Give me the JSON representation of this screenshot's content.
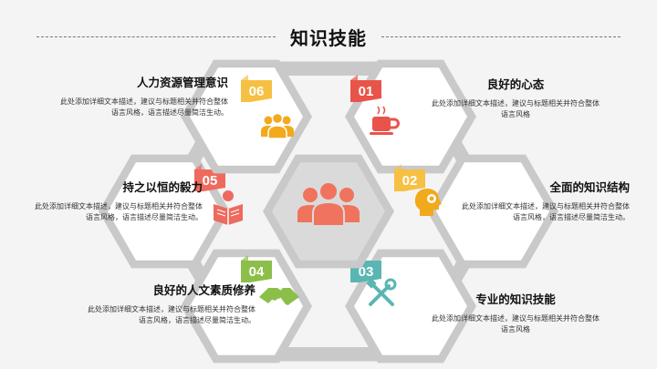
{
  "title": "知识技能",
  "center": {
    "icon": "people-group-icon",
    "color": "#f0735e"
  },
  "modules": [
    {
      "number": "01",
      "heading": "良好的心态",
      "description": "此处添加详细文本描述，建议与标题相关并符合整体语言风格",
      "icon": "coffee-cup-icon",
      "color": "#e8544a",
      "icon_color": "#e8544a"
    },
    {
      "number": "02",
      "heading": "全面的知识结构",
      "description": "此处添加详细文本描述，建议与标题相关并符合整体语言风格，语言描述尽量简洁生动。",
      "icon": "lightbulb-head-icon",
      "color": "#f6c043",
      "icon_color": "#f2a91c"
    },
    {
      "number": "03",
      "heading": "专业的知识技能",
      "description": "此处添加详细文本描述，建议与标题相关并符合整体语言风格",
      "icon": "tools-icon",
      "color": "#5ab6b2",
      "icon_color": "#5ab6b2"
    },
    {
      "number": "04",
      "heading": "良好的人文素质修养",
      "description": "此处添加详细文本描述，建议与标题相关并符合整体语言风格，语言描述尽量简洁生动。",
      "icon": "handshake-icon",
      "color": "#8cbf4a",
      "icon_color": "#8cbf4a"
    },
    {
      "number": "05",
      "heading": "持之以恒的毅力",
      "description": "此处添加详细文本描述，建议与标题相关并符合整体语言风格，语言描述尽量简洁生动。",
      "icon": "reading-person-icon",
      "color": "#ee6a5e",
      "icon_color": "#ee6a5e"
    },
    {
      "number": "06",
      "heading": "人力资源管理意识",
      "description": "此处添加详细文本描述，建议与标题相关并符合整体语言风格，语言描述尽量简洁生动。",
      "icon": "team-icon",
      "color": "#f6c043",
      "icon_color": "#f2a91c"
    }
  ]
}
